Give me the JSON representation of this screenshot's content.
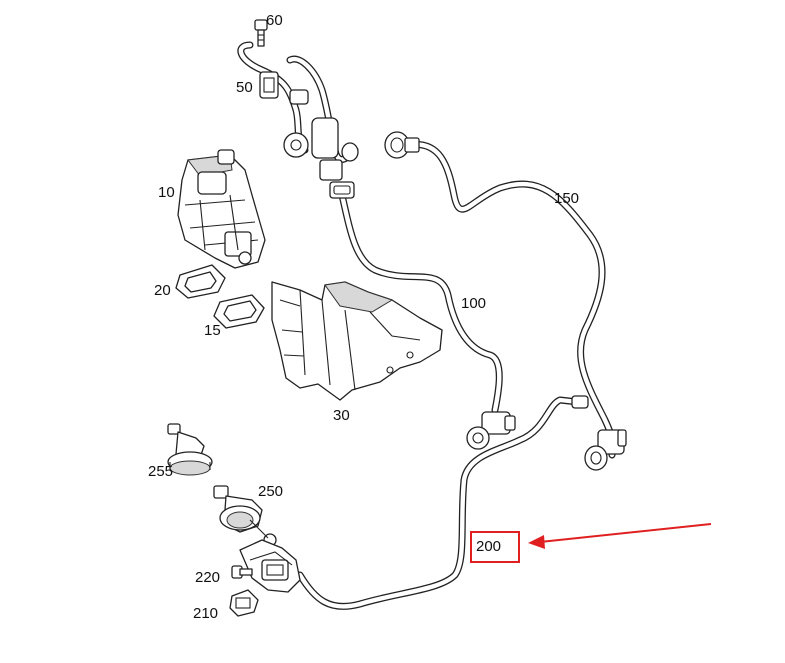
{
  "labels": {
    "p60": "60",
    "p50": "50",
    "p10": "10",
    "p150": "150",
    "p20": "20",
    "p100": "100",
    "p15": "15",
    "p30": "30",
    "p255": "255",
    "p250": "250",
    "p200": "200",
    "p220": "220",
    "p210": "210"
  },
  "colors": {
    "highlight": "#e02020",
    "line": "#222222"
  }
}
